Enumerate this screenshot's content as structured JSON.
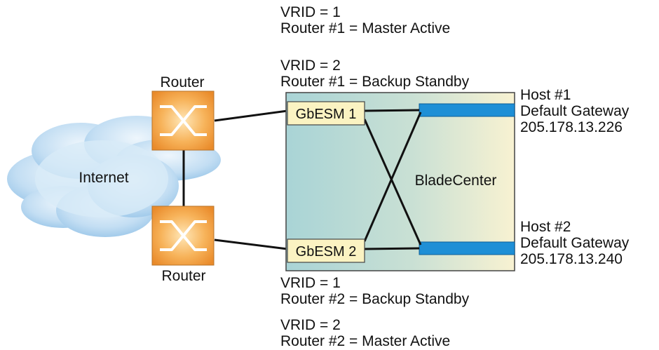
{
  "routers": {
    "top_label": "Router",
    "bottom_label": "Router"
  },
  "cloud": {
    "label": "Internet"
  },
  "bladecenter": {
    "label": "BladeCenter",
    "switch_1": "GbESM 1",
    "switch_2": "GbESM 2"
  },
  "router1_info": {
    "vrid1": {
      "line1": "VRID = 1",
      "line2": "Router #1 = Master Active"
    },
    "vrid2": {
      "line1": "VRID = 2",
      "line2": "Router #1 = Backup Standby"
    }
  },
  "router2_info": {
    "vrid1": {
      "line1": "VRID = 1",
      "line2": "Router #2 = Backup Standby"
    },
    "vrid2": {
      "line1": "VRID = 2",
      "line2": "Router #2 = Master Active"
    }
  },
  "hosts": [
    {
      "name": "Host #1",
      "gateway_label": "Default Gateway",
      "ip": "205.178.13.226"
    },
    {
      "name": "Host #2",
      "gateway_label": "Default Gateway",
      "ip": "205.178.13.240"
    }
  ],
  "colors": {
    "router_orange": "#f29a3c",
    "bladecenter_teal": "#a8d3d3",
    "bladecenter_cream": "#f7f1cf",
    "host_bar_blue": "#1e8fd6",
    "switch_box_yellow": "#fbf3c2",
    "cloud_blue": "#bcdcf3"
  }
}
